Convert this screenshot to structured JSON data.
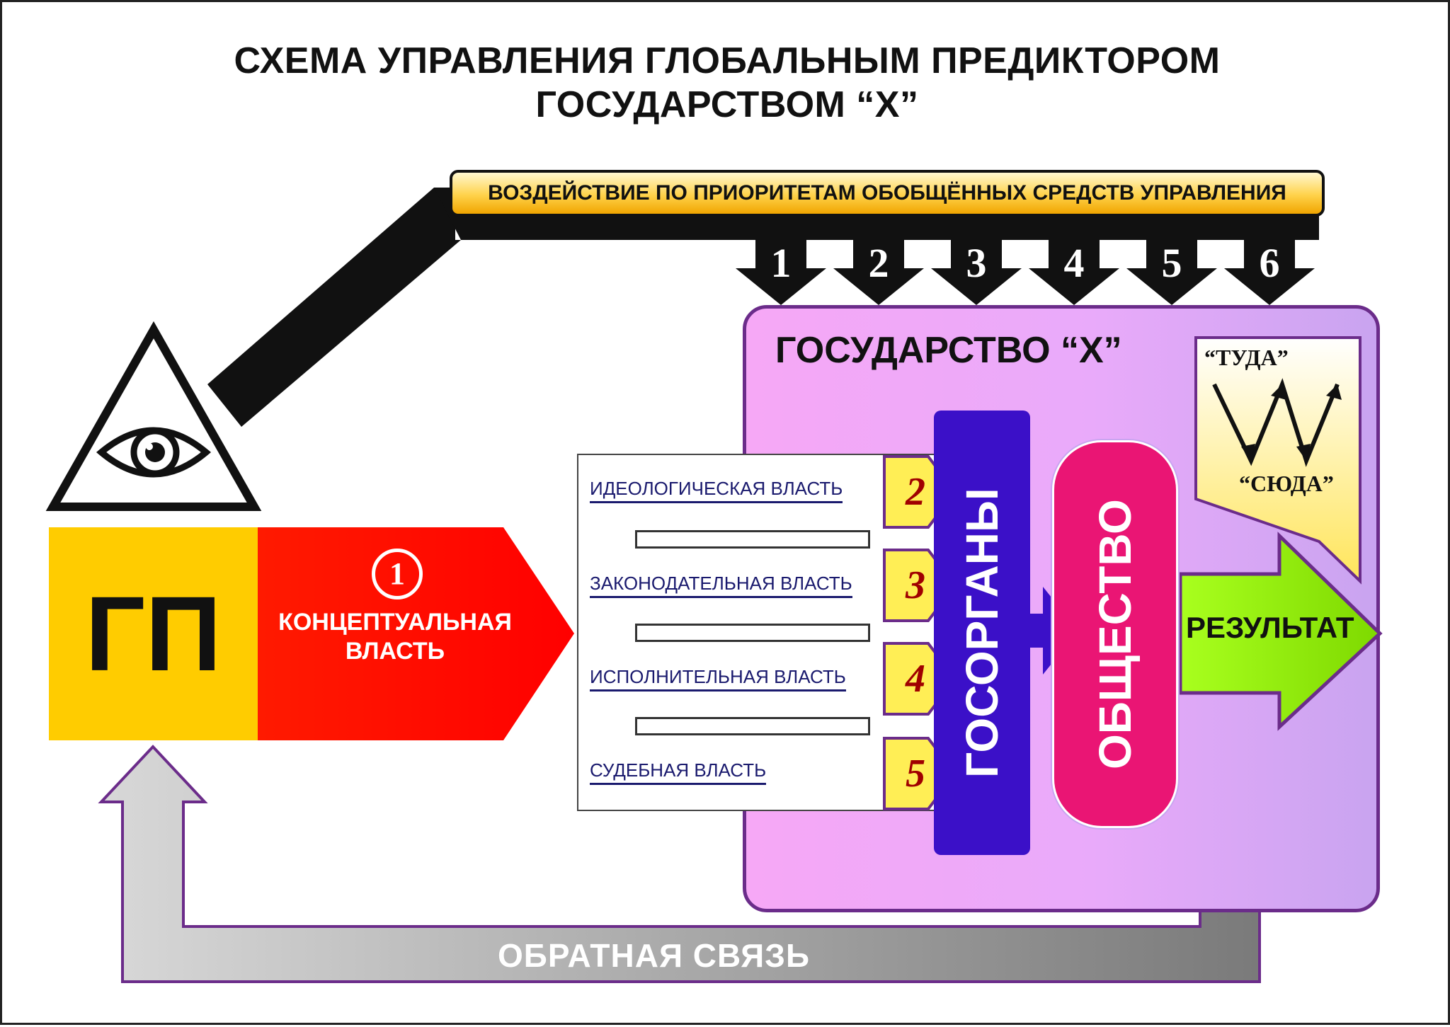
{
  "title": {
    "line1": "СХЕМА УПРАВЛЕНИЯ ГЛОБАЛЬНЫМ ПРЕДИКТОРОМ",
    "line2": "ГОСУДАРСТВОМ “Х”"
  },
  "banner": {
    "label": "ВОЗДЕЙСТВИЕ ПО ПРИОРИТЕТАМ ОБОБЩЁННЫХ СРЕДСТВ УПРАВЛЕНИЯ"
  },
  "priority_numbers": [
    "1",
    "2",
    "3",
    "4",
    "5",
    "6"
  ],
  "predictor": {
    "gp_label": "ГП",
    "concept_number": "1",
    "concept_line1": "КОНЦЕПТУАЛЬНАЯ",
    "concept_line2": "ВЛАСТЬ"
  },
  "powers": [
    {
      "label": "ИДЕОЛОГИЧЕСКАЯ ВЛАСТЬ",
      "number": "2"
    },
    {
      "label": "ЗАКОНОДАТЕЛЬНАЯ ВЛАСТЬ",
      "number": "3"
    },
    {
      "label": "ИСПОЛНИТЕЛЬНАЯ ВЛАСТЬ",
      "number": "4"
    },
    {
      "label": "СУДЕБНАЯ ВЛАСТЬ",
      "number": "5"
    }
  ],
  "state": {
    "title": "ГОСУДАРСТВО “Х”",
    "gosorgany": "ГОСОРГАНЫ",
    "society": "ОБЩЕСТВО",
    "result": "РЕЗУЛЬТАТ",
    "tuda": "“ТУДА”",
    "suda": "“СЮДА”"
  },
  "feedback": {
    "label": "ОБРАТНАЯ СВЯЗЬ"
  },
  "colors": {
    "gp_yellow": "#ffcc00",
    "concept_red": "#ff0000",
    "gosorg_blue": "#3b10c8",
    "society_pink": "#ea1574",
    "result_green": "#99ff11",
    "state_violet": "#e9aafa",
    "feedback_gray": "#9a9a9a"
  }
}
